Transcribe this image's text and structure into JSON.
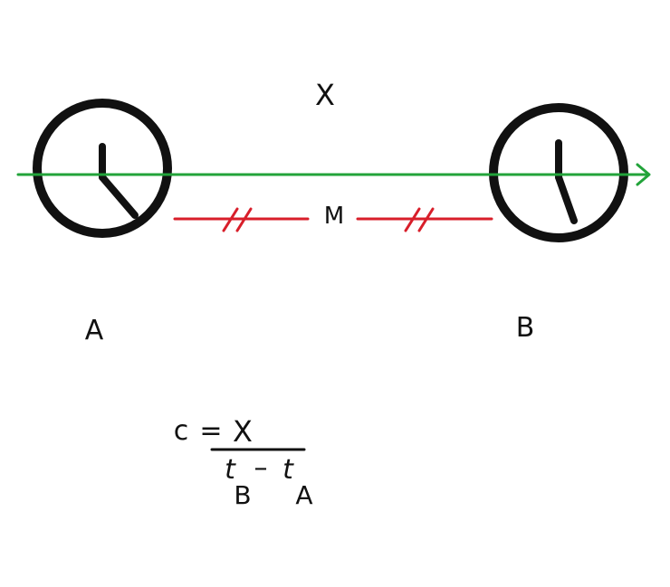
{
  "labels": {
    "distance": "X",
    "midpoint": "M",
    "clock_a": "A",
    "clock_b": "B"
  },
  "formula": {
    "lhs": "c",
    "equals": "=",
    "numerator": "X",
    "t1": "t",
    "minus": "–",
    "t2": "t",
    "sub1": "B",
    "sub2": "A"
  },
  "colors": {
    "axis": "#22a33a",
    "segment": "#d81e2a",
    "ink": "#111111"
  },
  "icons": {
    "clock_a": "clock-icon",
    "clock_b": "clock-icon",
    "arrow": "arrow-right-icon"
  }
}
